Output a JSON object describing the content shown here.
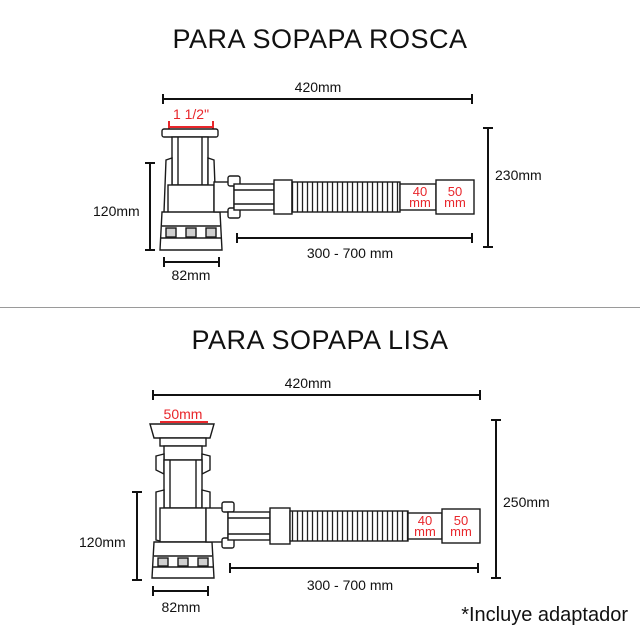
{
  "top": {
    "title": "PARA SOPAPA ROSCA",
    "width_label": "420mm",
    "height_label": "230mm",
    "inlet_label": "1 1/2\"",
    "depth_label": "120mm",
    "base_label": "82mm",
    "hose_label": "300 - 700 mm",
    "out_small_value": "40",
    "out_small_unit": "mm",
    "out_large_value": "50",
    "out_large_unit": "mm"
  },
  "bottom": {
    "title": "PARA SOPAPA LISA",
    "width_label": "420mm",
    "height_label": "250mm",
    "inlet_label": "50mm",
    "depth_label": "120mm",
    "base_label": "82mm",
    "hose_label": "300 - 700 mm",
    "out_small_value": "40",
    "out_small_unit": "mm",
    "out_large_value": "50",
    "out_large_unit": "mm"
  },
  "footnote": "*Incluye adaptador",
  "colors": {
    "dimension": "#111111",
    "highlight": "#e8262b",
    "divider": "#9a9a9a"
  }
}
